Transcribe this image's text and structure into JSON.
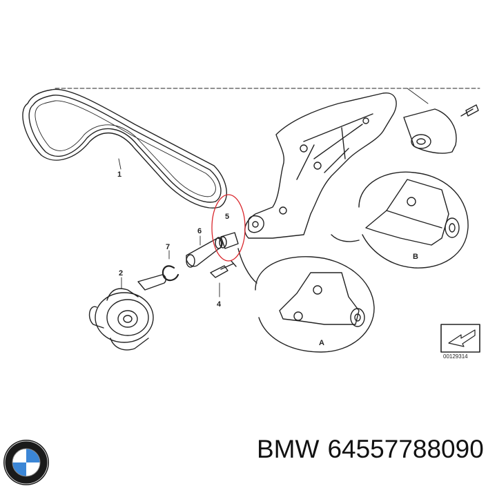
{
  "labels": {
    "part1": "1",
    "part2": "2",
    "part4": "4",
    "part5": "5",
    "part6": "6",
    "part7": "7",
    "detailA": "A",
    "detailB": "B"
  },
  "diagram_code": "00129314",
  "footer": {
    "brand": "BMW",
    "part_number": "64557788090"
  },
  "highlight_color": "#d9262c",
  "icons": [
    "bmw-logo-icon",
    "direction-arrow-icon"
  ]
}
